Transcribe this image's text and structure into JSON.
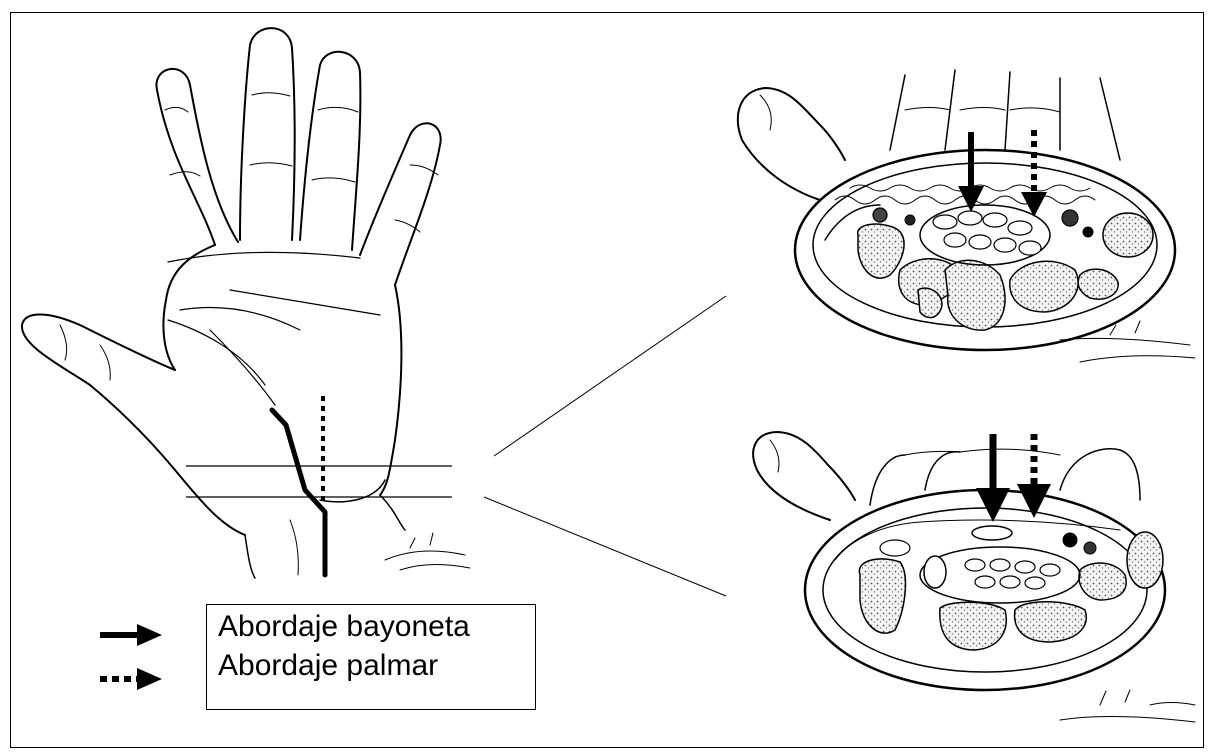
{
  "legend": {
    "items": [
      {
        "label": "Abordaje bayoneta",
        "style": "solid"
      },
      {
        "label": "Abordaje palmar",
        "style": "dotted"
      }
    ]
  },
  "colors": {
    "ink": "#000000",
    "background": "#ffffff",
    "bone": "#e8e8e8"
  }
}
